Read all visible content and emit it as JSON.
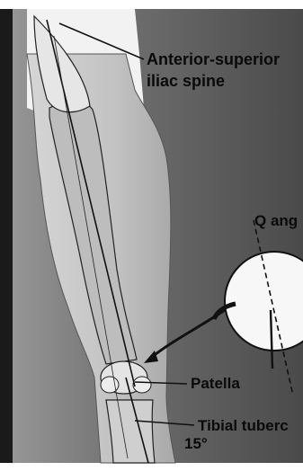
{
  "labels": {
    "asis_line1": "Anterior-superior",
    "asis_line2": "iliac spine",
    "q_angle": "Q ang",
    "patella": "Patella",
    "tibial_tuberosity": "Tibial tuberc",
    "angle": "15°"
  },
  "colors": {
    "background_dark": "#4a4a4a",
    "background_light": "#9a9a9a",
    "leg_fill": "#c8c8c8",
    "bone_fill": "#bdbdbd",
    "highlight": "#f2f2f2",
    "lines": "#111111",
    "inset_circle_fill": "#f7f7f7"
  }
}
